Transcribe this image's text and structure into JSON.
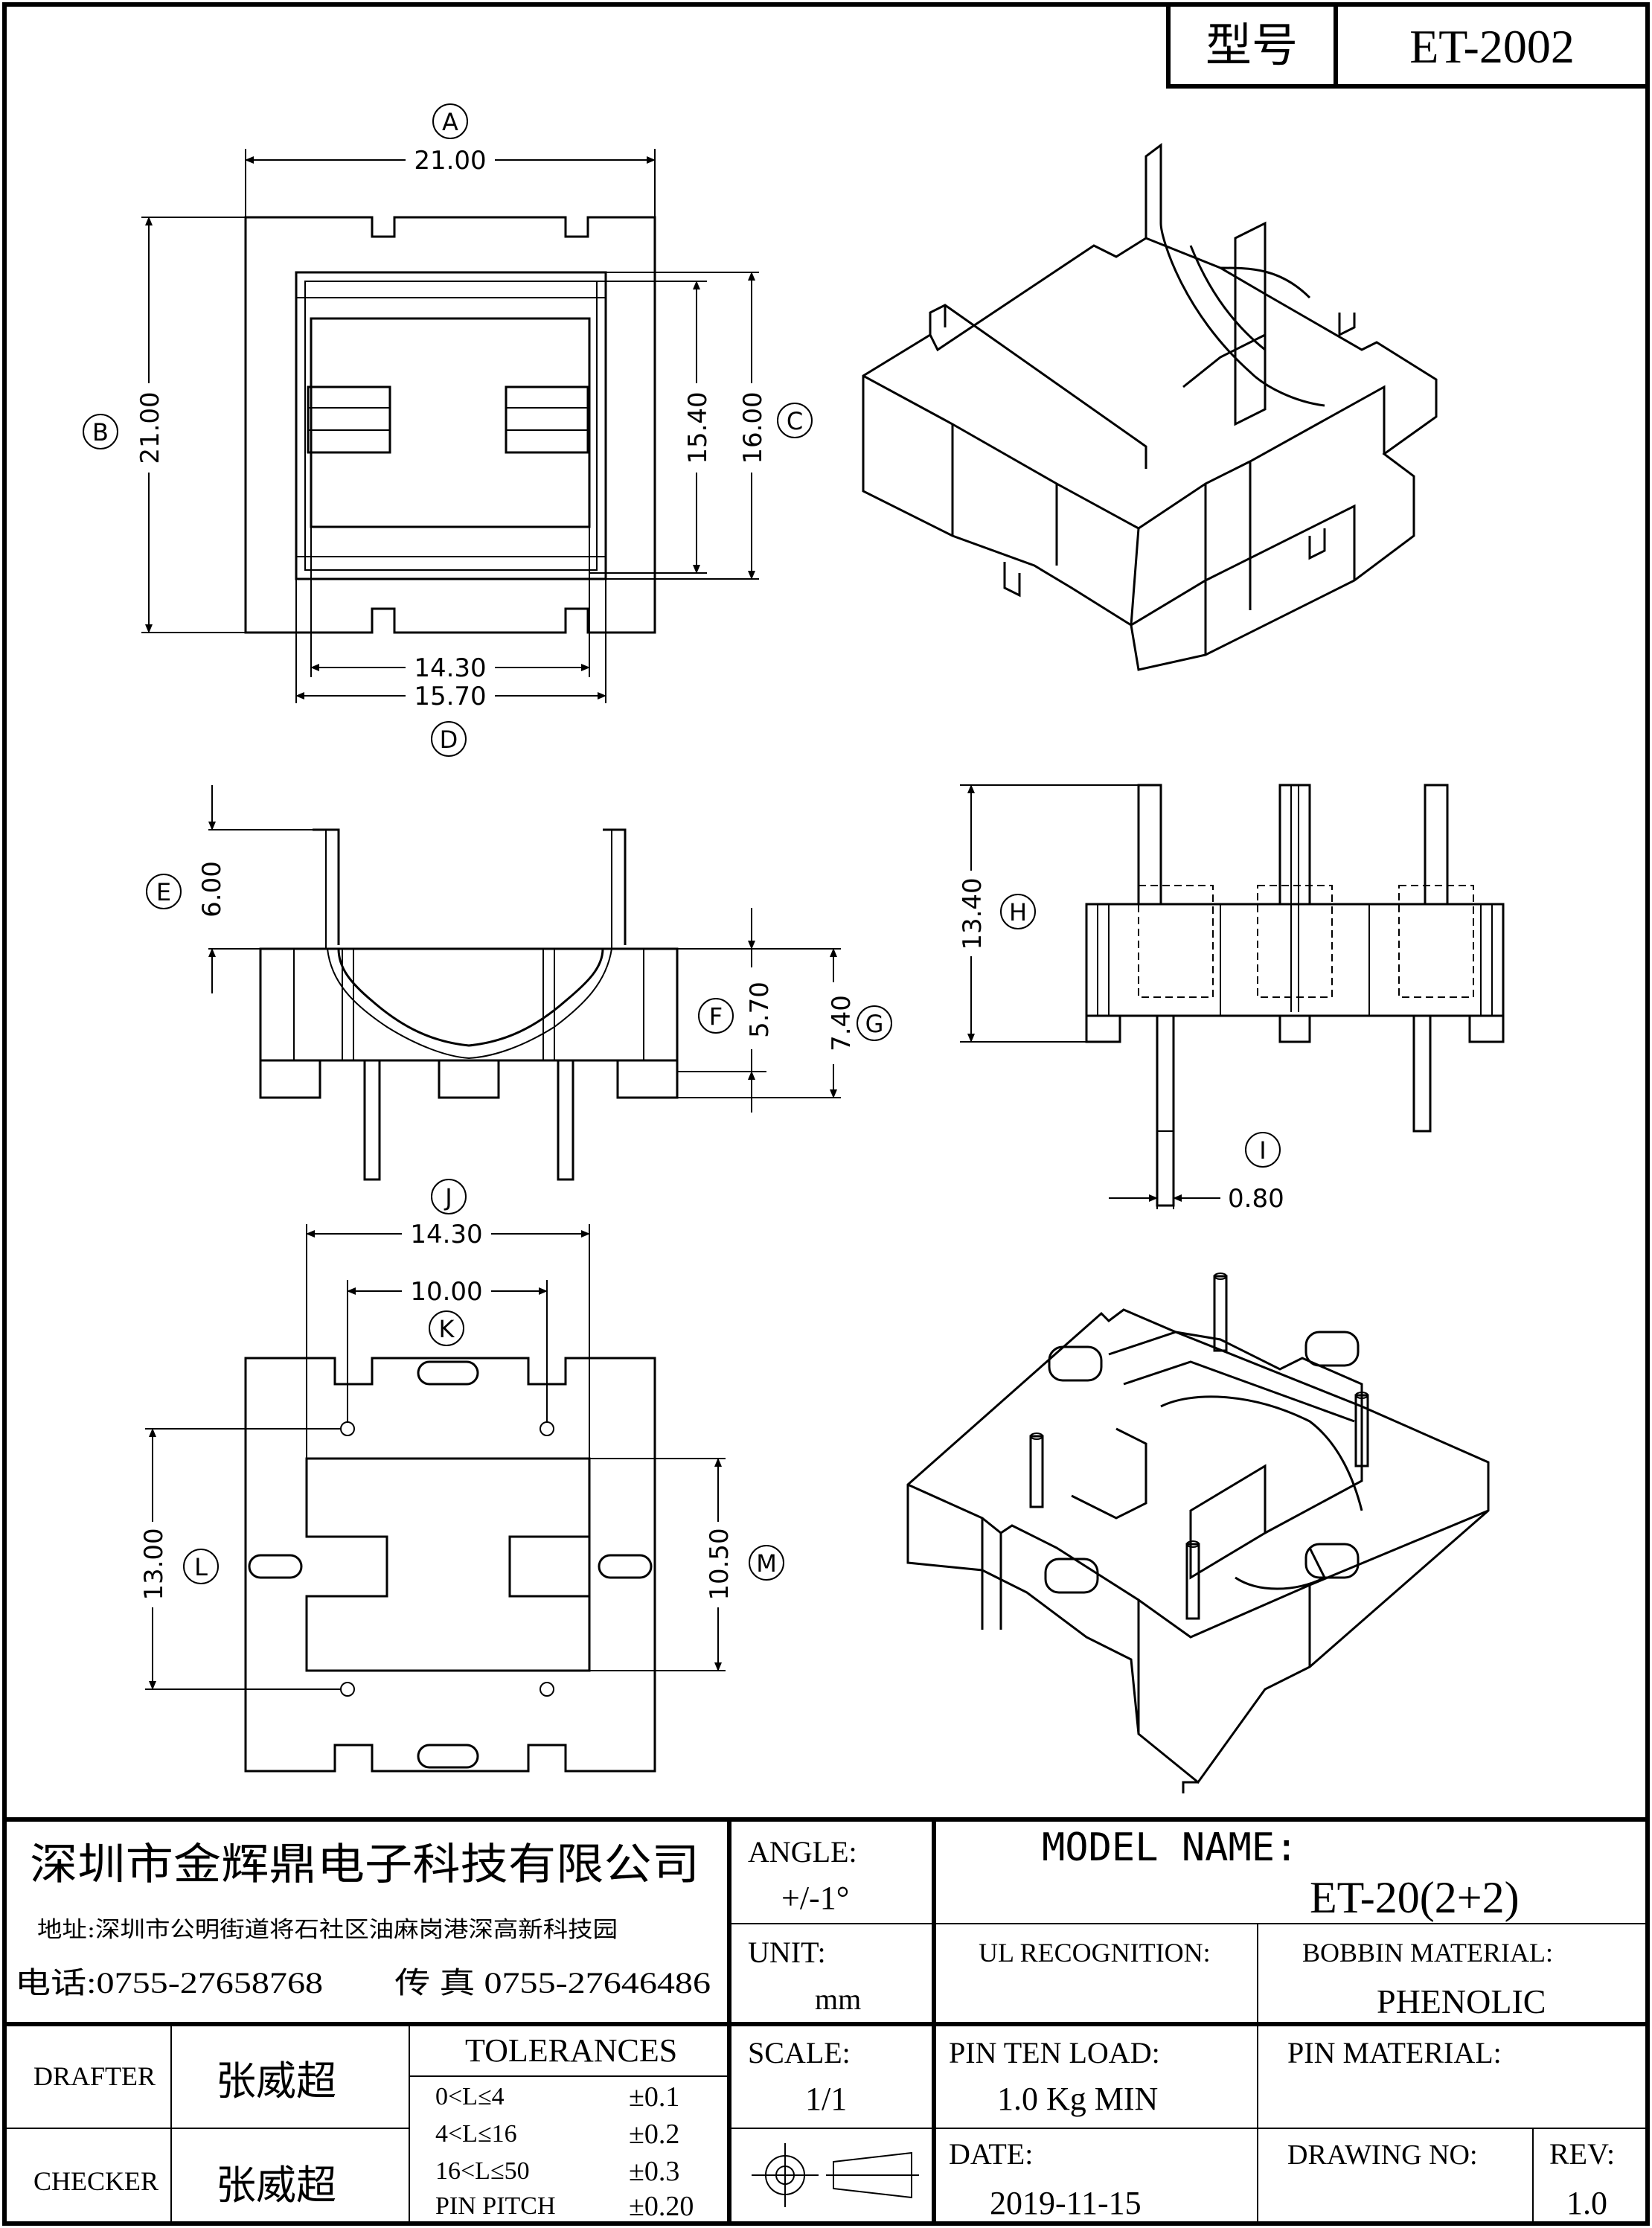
{
  "header": {
    "model_label": "型号",
    "model_value": "ET-2002"
  },
  "dimensions": {
    "A": "21.00",
    "B": "21.00",
    "C": "16.00",
    "C_inner": "15.40",
    "D_inner": "14.30",
    "D": "15.70",
    "E": "6.00",
    "F": "5.70",
    "G": "7.40",
    "H": "13.40",
    "I": "0.80",
    "J": "14.30",
    "K": "10.00",
    "L": "13.00",
    "M": "10.50"
  },
  "callouts": [
    "A",
    "B",
    "C",
    "D",
    "E",
    "F",
    "G",
    "H",
    "I",
    "J",
    "K",
    "L",
    "M"
  ],
  "title_block": {
    "company": "深圳市金辉鼎电子科技有限公司",
    "address": "地址:深圳市公明街道将石社区油麻岗港深高新科技园",
    "phone": "电话:0755-27658768　　传 真 0755-27646486",
    "angle_label": "ANGLE:",
    "angle_value": "+/-1°",
    "model_name_label": "MODEL NAME:",
    "model_name_value": "ET-20(2+2)",
    "unit_label": "UNIT:",
    "unit_value": "mm",
    "ul_label": "UL RECOGNITION:",
    "bobbin_material_label": "BOBBIN MATERIAL:",
    "bobbin_material_value": "PHENOLIC",
    "drafter_label": "DRAFTER",
    "drafter_value": "张威超",
    "checker_label": "CHECKER",
    "checker_value": "张威超",
    "tolerances_label": "TOLERANCES",
    "tolerances": [
      {
        "range": "0<L≤4",
        "value": "±0.1"
      },
      {
        "range": "4<L≤16",
        "value": "±0.2"
      },
      {
        "range": "16<L≤50",
        "value": "±0.3"
      },
      {
        "range": "PIN PITCH",
        "value": "±0.20"
      }
    ],
    "scale_label": "SCALE:",
    "scale_value": "1/1",
    "pin_ten_load_label": "PIN TEN LOAD:",
    "pin_ten_load_value": "1.0 Kg MIN",
    "pin_material_label": "PIN MATERIAL:",
    "date_label": "DATE:",
    "date_value": "2019-11-15",
    "drawing_no_label": "DRAWING NO:",
    "rev_label": "REV:",
    "rev_value": "1.0"
  }
}
